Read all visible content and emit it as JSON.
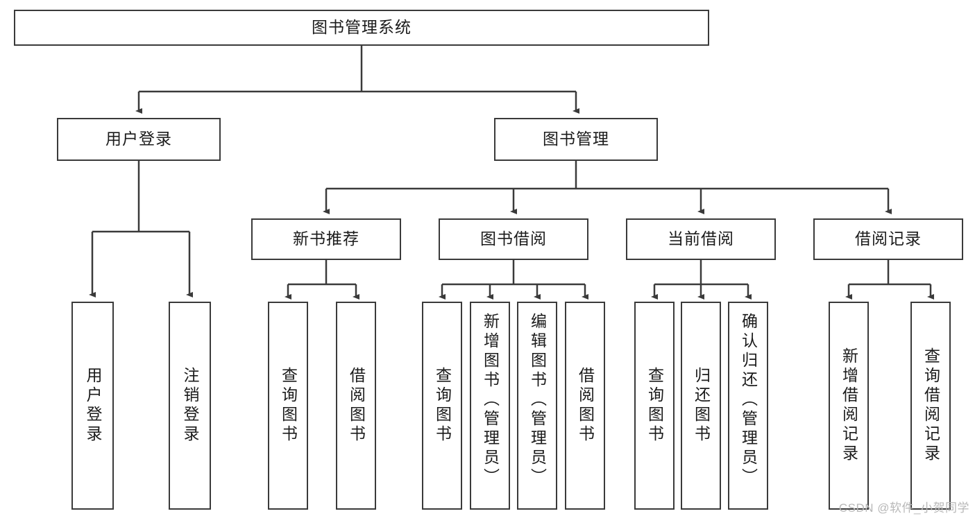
{
  "diagram": {
    "type": "tree-hierarchy",
    "title": "图书管理系统",
    "root": {
      "id": "root",
      "label": "图书管理系统"
    },
    "level2": [
      {
        "id": "user-login",
        "label": "用户登录"
      },
      {
        "id": "book-management",
        "label": "图书管理"
      }
    ],
    "level3": [
      {
        "id": "new-book-recommend",
        "label": "新书推荐",
        "parent": "book-management"
      },
      {
        "id": "book-borrow",
        "label": "图书借阅",
        "parent": "book-management"
      },
      {
        "id": "current-borrow",
        "label": "当前借阅",
        "parent": "book-management"
      },
      {
        "id": "borrow-record",
        "label": "借阅记录",
        "parent": "book-management"
      }
    ],
    "leaves": [
      {
        "id": "leaf-user-login",
        "label": "用户登录",
        "parent": "user-login"
      },
      {
        "id": "leaf-user-logout",
        "label": "注销登录",
        "parent": "user-login"
      },
      {
        "id": "leaf-query-book-1",
        "label": "查询图书",
        "parent": "new-book-recommend"
      },
      {
        "id": "leaf-borrow-book-1",
        "label": "借阅图书",
        "parent": "new-book-recommend"
      },
      {
        "id": "leaf-query-book-2",
        "label": "查询图书",
        "parent": "book-borrow"
      },
      {
        "id": "leaf-add-book",
        "label": "新增图书（管理员）",
        "parent": "book-borrow"
      },
      {
        "id": "leaf-edit-book",
        "label": "编辑图书（管理员）",
        "parent": "book-borrow"
      },
      {
        "id": "leaf-borrow-book-2",
        "label": "借阅图书",
        "parent": "book-borrow"
      },
      {
        "id": "leaf-query-book-3",
        "label": "查询图书",
        "parent": "current-borrow"
      },
      {
        "id": "leaf-return-book",
        "label": "归还图书",
        "parent": "current-borrow"
      },
      {
        "id": "leaf-confirm-return",
        "label": "确认归还（管理员）",
        "parent": "current-borrow"
      },
      {
        "id": "leaf-add-record",
        "label": "新增借阅记录",
        "parent": "borrow-record"
      },
      {
        "id": "leaf-query-record",
        "label": "查询借阅记录",
        "parent": "borrow-record"
      }
    ],
    "colors": {
      "stroke": "#3a3a3a",
      "background": "#ffffff",
      "text": "#1b1b1b",
      "watermark": "#b8b8b8"
    }
  },
  "watermark": {
    "text": "CSDN @软件_小贺同学"
  }
}
